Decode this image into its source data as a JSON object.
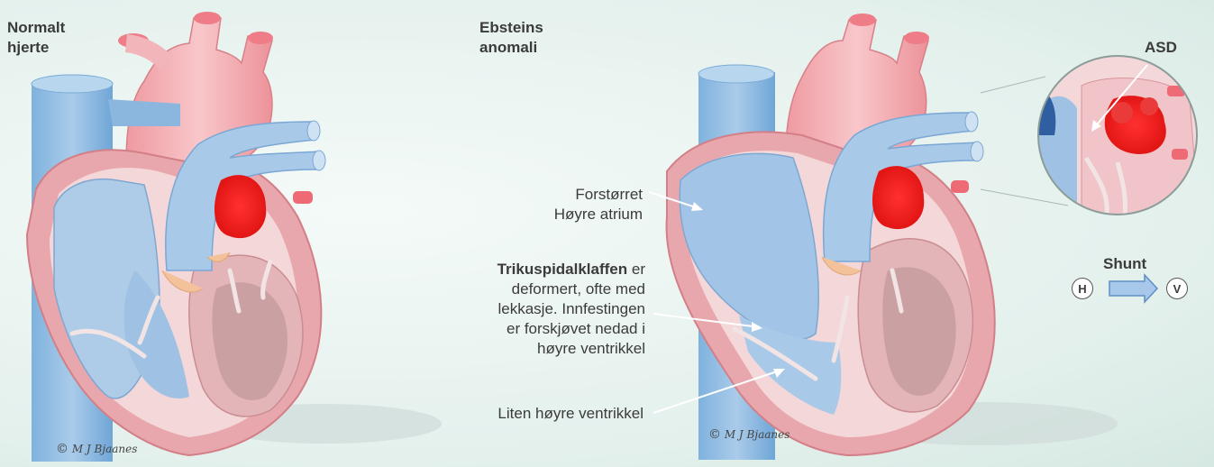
{
  "left_title": "Normalt hjerte",
  "right_title": "Ebsteins anomali",
  "labels": {
    "atrium_1": "Forstørret",
    "atrium_2": "Høyre atrium",
    "valve_bold": "Trikuspidalklaffen",
    "valve_rest_1": " er",
    "valve_2": "deformert, ofte med",
    "valve_3": "lekkasje. Innfestingen",
    "valve_4": "er forskjøvet nedad i",
    "valve_5": "høyre ventrikkel",
    "ventricle": "Liten høyre ventrikkel",
    "asd": "ASD",
    "shunt": "Shunt",
    "shunt_from": "H",
    "shunt_to": "V"
  },
  "signature": {
    "symbol": "©",
    "name": "M J Bjaanes"
  },
  "colors": {
    "oxygenated": "#f2a9ad",
    "deoxygenated": "#9cc2e3",
    "muscle": "#e39da2",
    "background": "#e3f0ec"
  }
}
